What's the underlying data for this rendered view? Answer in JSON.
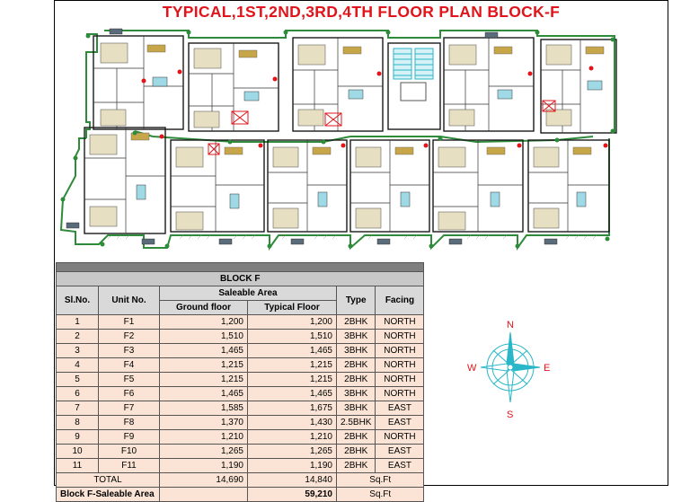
{
  "title": "TYPICAL,1ST,2ND,3RD,4TH  FLOOR PLAN   BLOCK-F",
  "table": {
    "block_label": "BLOCK F",
    "headers": {
      "sl_no": "Sl.No.",
      "unit_no": "Unit No.",
      "saleable_area": "Saleable Area",
      "ground_floor": "Ground floor",
      "typical_floor": "Typical Floor",
      "type": "Type",
      "facing": "Facing"
    },
    "rows": [
      {
        "sl": "1",
        "unit": "F1",
        "ground": "1,200",
        "typical": "1,200",
        "type": "2BHK",
        "facing": "NORTH"
      },
      {
        "sl": "2",
        "unit": "F2",
        "ground": "1,510",
        "typical": "1,510",
        "type": "3BHK",
        "facing": "NORTH"
      },
      {
        "sl": "3",
        "unit": "F3",
        "ground": "1,465",
        "typical": "1,465",
        "type": "3BHK",
        "facing": "NORTH"
      },
      {
        "sl": "4",
        "unit": "F4",
        "ground": "1,215",
        "typical": "1,215",
        "type": "2BHK",
        "facing": "NORTH"
      },
      {
        "sl": "5",
        "unit": "F5",
        "ground": "1,215",
        "typical": "1,215",
        "type": "2BHK",
        "facing": "NORTH"
      },
      {
        "sl": "6",
        "unit": "F6",
        "ground": "1,465",
        "typical": "1,465",
        "type": "3BHK",
        "facing": "NORTH"
      },
      {
        "sl": "7",
        "unit": "F7",
        "ground": "1,585",
        "typical": "1,675",
        "type": "3BHK",
        "facing": "EAST"
      },
      {
        "sl": "8",
        "unit": "F8",
        "ground": "1,370",
        "typical": "1,430",
        "type": "2.5BHK",
        "facing": "EAST"
      },
      {
        "sl": "9",
        "unit": "F9",
        "ground": "1,210",
        "typical": "1,210",
        "type": "2BHK",
        "facing": "NORTH"
      },
      {
        "sl": "10",
        "unit": "F10",
        "ground": "1,265",
        "typical": "1,265",
        "type": "2BHK",
        "facing": "EAST"
      },
      {
        "sl": "11",
        "unit": "F11",
        "ground": "1,190",
        "typical": "1,190",
        "type": "2BHK",
        "facing": "EAST"
      }
    ],
    "total": {
      "label": "TOTAL",
      "ground": "14,690",
      "typical": "14,840",
      "unit": "Sq.Ft"
    },
    "saleable": {
      "label": "Block F-Saleable Area",
      "value": "59,210",
      "unit": "Sq.Ft"
    }
  },
  "compass": {
    "n": "N",
    "s": "S",
    "e": "E",
    "w": "W"
  },
  "colors": {
    "title": "#e0141a",
    "wall": "#1a1a1a",
    "planter": "#2e8b3a",
    "stair": "#29b6c8",
    "door_marker": "#e0141a",
    "compass": "#29b6c8",
    "table_body": "#fbe4d5",
    "table_header": "#d9d9d9"
  }
}
